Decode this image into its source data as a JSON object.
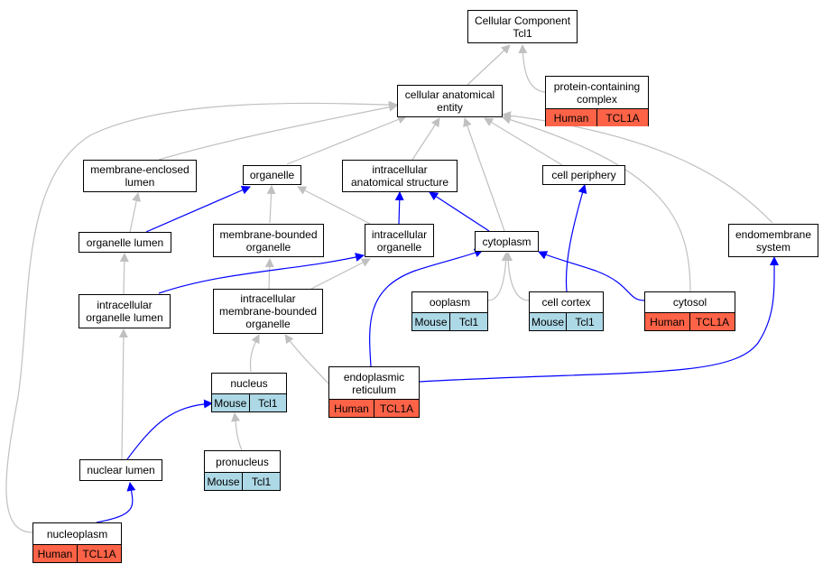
{
  "nodes": {
    "root": {
      "label": "Cellular Component\nTcl1"
    },
    "cae": {
      "label": "cellular anatomical\nentity"
    },
    "pcc": {
      "label": "protein-containing\ncomplex",
      "species": "Human",
      "gene": "TCL1A"
    },
    "mel": {
      "label": "membrane-enclosed\nlumen"
    },
    "organelle": {
      "label": "organelle"
    },
    "ias": {
      "label": "intracellular\nanatomical structure"
    },
    "cellper": {
      "label": "cell periphery"
    },
    "endomem": {
      "label": "endomembrane\nsystem"
    },
    "orglumen": {
      "label": "organelle lumen"
    },
    "mbo": {
      "label": "membrane-bounded\norganelle"
    },
    "intorg": {
      "label": "intracellular\norganelle"
    },
    "cytoplasm": {
      "label": "cytoplasm"
    },
    "iol": {
      "label": "intracellular\norganelle lumen"
    },
    "imbo": {
      "label": "intracellular\nmembrane-bounded\norganelle"
    },
    "ooplasm": {
      "label": "ooplasm",
      "species": "Mouse",
      "gene": "Tcl1"
    },
    "cellcortex": {
      "label": "cell cortex",
      "species": "Mouse",
      "gene": "Tcl1"
    },
    "cytosol": {
      "label": "cytosol",
      "species": "Human",
      "gene": "TCL1A"
    },
    "nucleus": {
      "label": "nucleus",
      "species": "Mouse",
      "gene": "Tcl1"
    },
    "er": {
      "label": "endoplasmic\nreticulum",
      "species": "Human",
      "gene": "TCL1A"
    },
    "pronucleus": {
      "label": "pronucleus",
      "species": "Mouse",
      "gene": "Tcl1"
    },
    "nuclumen": {
      "label": "nuclear lumen"
    },
    "nucleoplasm": {
      "label": "nucleoplasm",
      "species": "Human",
      "gene": "TCL1A"
    }
  },
  "colors": {
    "is_a_edge": "#c0c0c0",
    "part_of_edge": "#0000ff",
    "mouse": "#add8e6",
    "human": "#ff6347"
  }
}
